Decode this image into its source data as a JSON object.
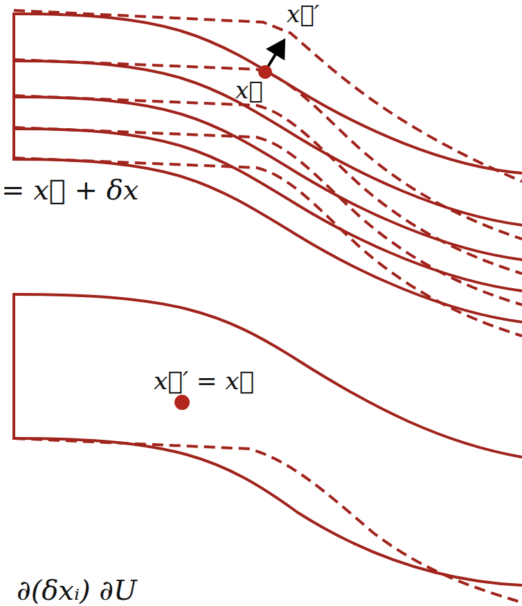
{
  "diagram": {
    "labels": [
      "x⃗′",
      "x⃗",
      "= x⃗ + δx",
      "x⃗′ = x⃗",
      "∂(δxᵢ) ∂U"
    ]
  }
}
